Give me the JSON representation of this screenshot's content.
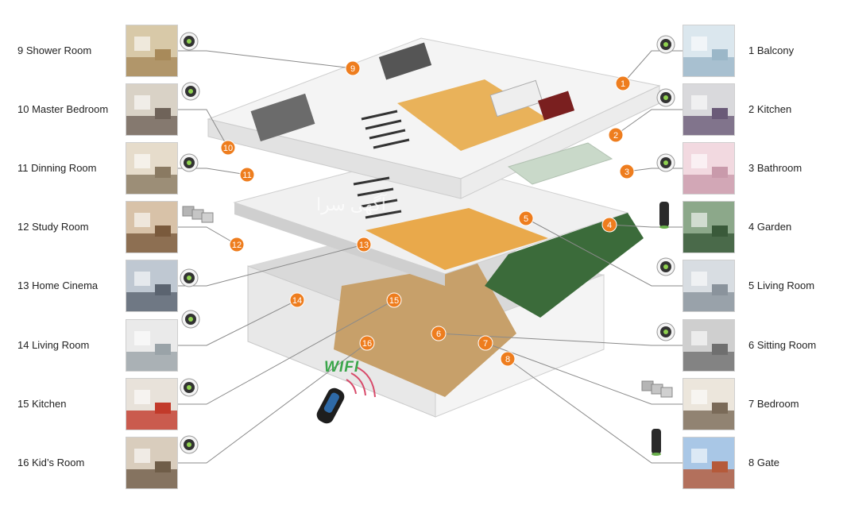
{
  "left_rooms": [
    {
      "label": "9  Shower Room",
      "marker": "9",
      "device": "ceiling-speaker"
    },
    {
      "label": "10  Master Bedroom",
      "marker": "10",
      "device": "ceiling-speaker"
    },
    {
      "label": "11  Dinning Room",
      "marker": "11",
      "device": "ceiling-speaker"
    },
    {
      "label": "12  Study Room",
      "marker": "12",
      "device": "wall-panel"
    },
    {
      "label": "13  Home Cinema",
      "marker": "13",
      "device": "ceiling-speaker"
    },
    {
      "label": "14  Living Room",
      "marker": "14",
      "device": "ceiling-speaker"
    },
    {
      "label": "15  Kitchen",
      "marker": "15",
      "device": "ceiling-speaker"
    },
    {
      "label": "16  Kid’s Room",
      "marker": "16",
      "device": "ceiling-speaker"
    }
  ],
  "right_rooms": [
    {
      "label": "1  Balcony",
      "marker": "1",
      "device": "ceiling-speaker"
    },
    {
      "label": "2  Kitchen",
      "marker": "2",
      "device": "ceiling-speaker"
    },
    {
      "label": "3  Bathroom",
      "marker": "3",
      "device": "ceiling-speaker"
    },
    {
      "label": "4   Garden",
      "marker": "4",
      "device": "garden-speaker"
    },
    {
      "label": "5   Living Room",
      "marker": "5",
      "device": "ceiling-speaker"
    },
    {
      "label": "6   Sitting Room",
      "marker": "6",
      "device": "ceiling-speaker"
    },
    {
      "label": "7   Bedroom",
      "marker": "7",
      "device": "wall-panel"
    },
    {
      "label": "8   Gate",
      "marker": "8",
      "device": "garden-speaker"
    }
  ],
  "wifi_label": "WIFI",
  "watermark": "آگهی سرا",
  "colors": {
    "marker": "#ee7d1e",
    "line": "#8a8a8a",
    "wifi": "#3aa64a",
    "floor": "#e9a94b",
    "wall": "#f2f2f2"
  }
}
